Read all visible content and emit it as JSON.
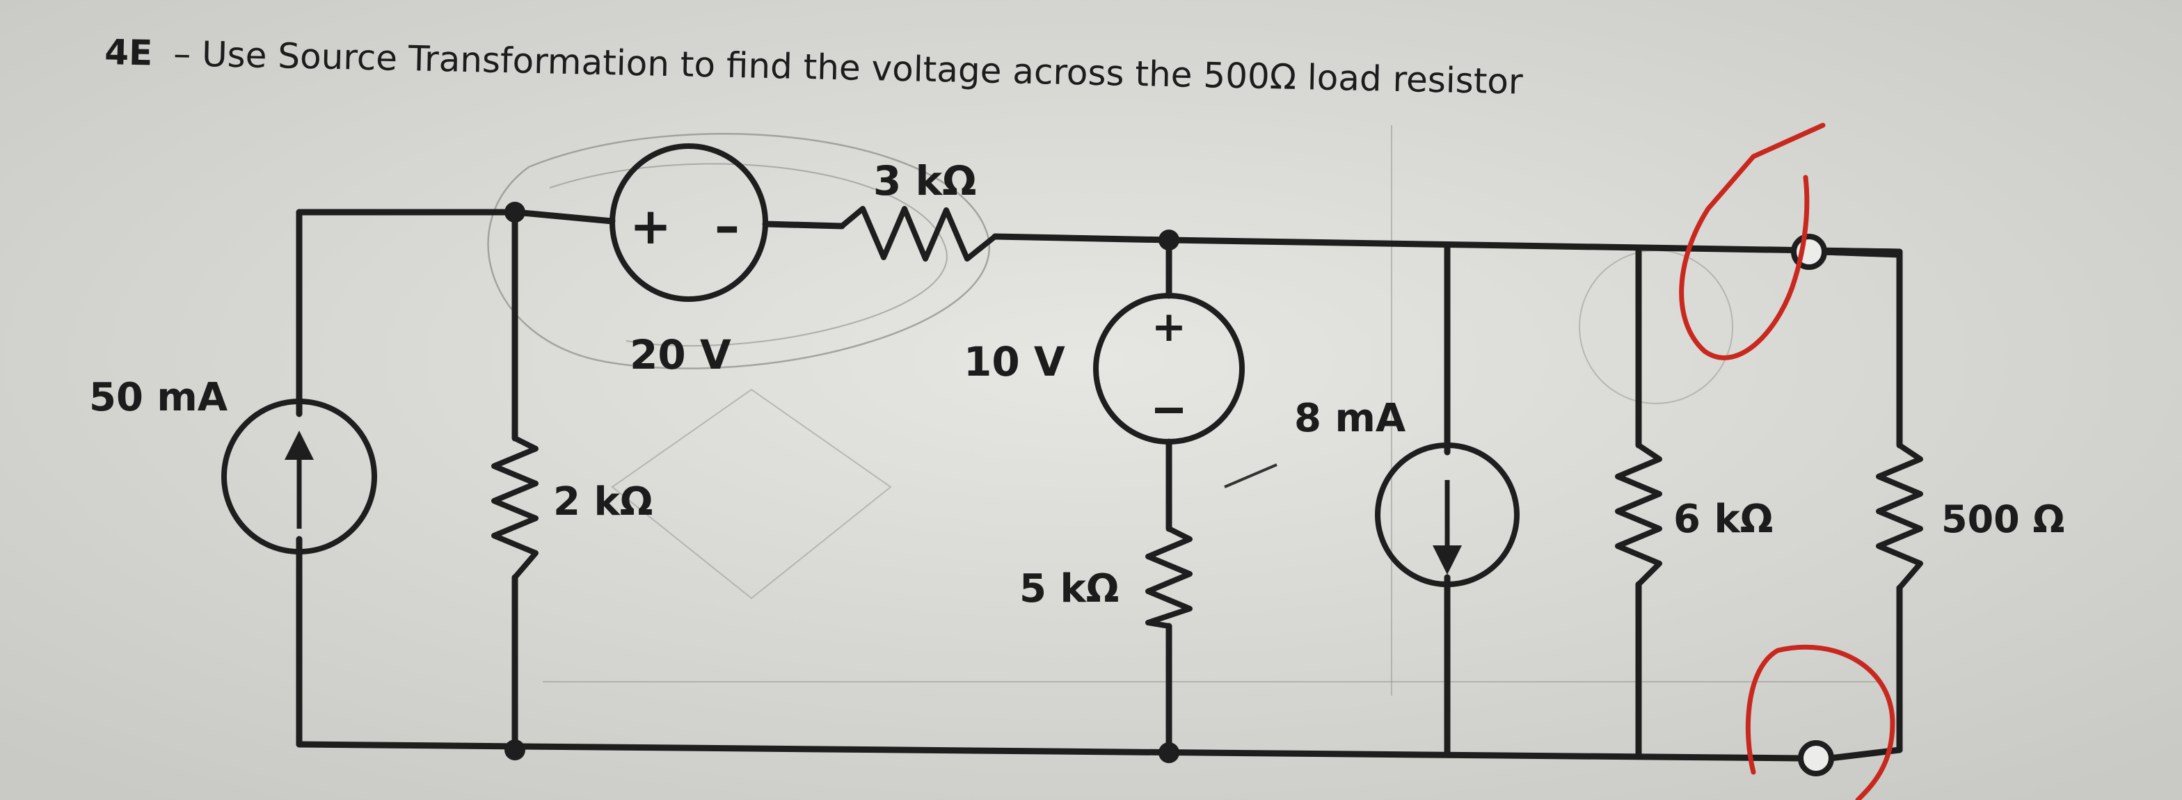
{
  "title": {
    "number": "4E",
    "text": "– Use Source Transformation to find the voltage across the 500Ω load resistor"
  },
  "labels": {
    "current_source_50": "50 mA",
    "resistor_2k": "2 kΩ",
    "voltage_source_20": "20 V",
    "resistor_3k": "3 kΩ",
    "voltage_source_10": "10 V",
    "resistor_5k": "5 kΩ",
    "current_source_8": "8 mA",
    "resistor_6k": "6 kΩ",
    "resistor_500": "500 Ω",
    "plus": "+",
    "minus": "–"
  },
  "colors": {
    "paper": "#d8d8d4",
    "ink": "#1e1e1e",
    "annotation": "#c8281e"
  }
}
